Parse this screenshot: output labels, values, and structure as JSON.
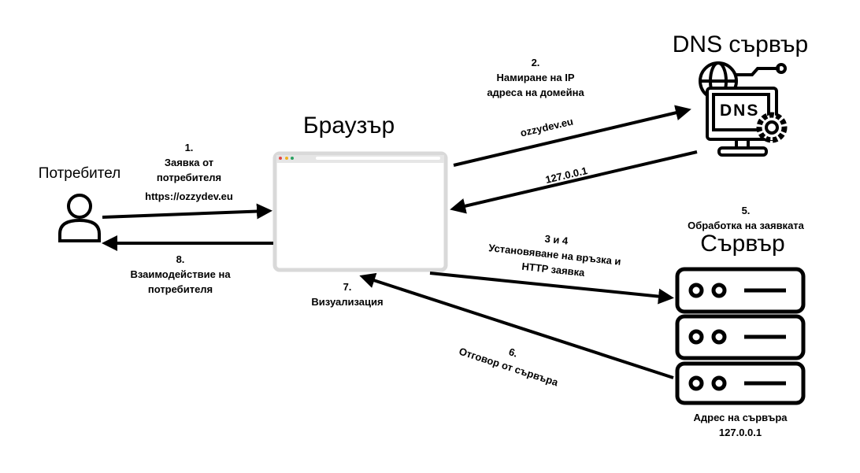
{
  "nodes": {
    "user": "Потребител",
    "browser": "Браузър",
    "dns": "DNS сървър",
    "server": "Сървър",
    "dns_icon_text": "DNS"
  },
  "steps": {
    "s1_num": "1.",
    "s1_line1": "Заявка от",
    "s1_line2": "потребителя",
    "s1_url": "https://ozzydev.eu",
    "s2_num": "2.",
    "s2_line1": "Намиране на IP",
    "s2_line2": "адреса на домейна",
    "s2_domain": "ozzydev.eu",
    "s2_ip": "127.0.0.1",
    "s34_num": "3 и 4",
    "s34_line1": "Установяване на връзка и",
    "s34_line2": "HTTP заявка",
    "s5_num": "5.",
    "s5_line1": "Обработка на заявката",
    "s6_num": "6.",
    "s6_line1": "Отговор от сървъра",
    "s7_num": "7.",
    "s7_line1": "Визуализация",
    "s8_num": "8.",
    "s8_line1": "Взаимодействие на",
    "s8_line2": "потребителя"
  },
  "server_address": {
    "line1": "Адрес на сървъра",
    "line2": "127.0.0.1"
  }
}
